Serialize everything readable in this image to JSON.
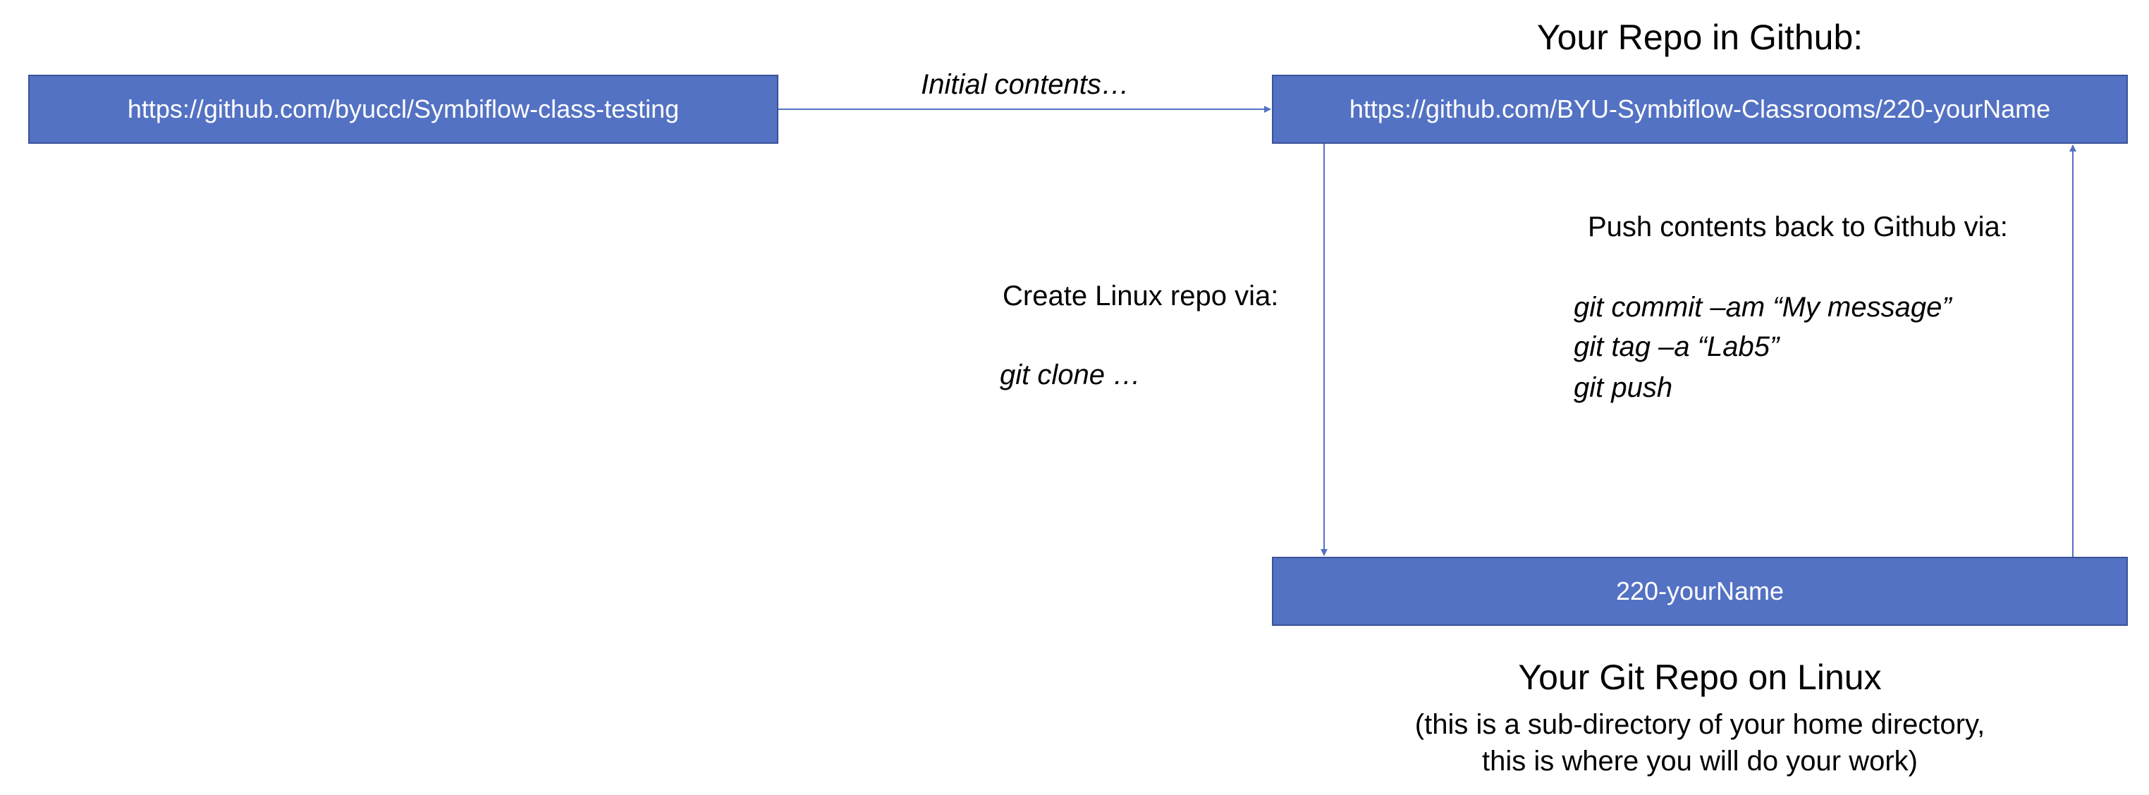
{
  "colors": {
    "box_fill": "#5472C3",
    "box_border": "#3B5299",
    "arrow": "#5472C3"
  },
  "boxes": {
    "source": "https://github.com/byuccl/Symbiflow-class-testing",
    "github": "https://github.com/BYU-Symbiflow-Classrooms/220-yourName",
    "linux": "220-yourName"
  },
  "labels": {
    "github_title": "Your Repo in Github:",
    "initial": "Initial contents…",
    "clone_title": "Create Linux repo via:",
    "clone_cmd": "git clone …",
    "push_title": "Push contents back to Github via:",
    "push_cmds": [
      "git commit –am “My message”",
      "git tag –a “Lab5”",
      "git push"
    ],
    "linux_title": "Your Git Repo on Linux",
    "linux_sub": [
      "(this is a sub-directory of your home directory,",
      "this is where you will do your work)"
    ]
  }
}
